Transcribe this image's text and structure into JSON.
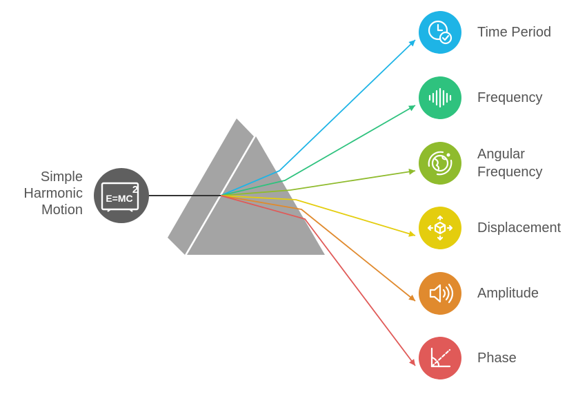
{
  "source": {
    "label_lines": [
      "Simple",
      "Harmonic",
      "Motion"
    ],
    "icon": "formula-board-icon",
    "icon_text": "E=MC",
    "icon_superscript": "2",
    "color": "#5f5f5f"
  },
  "prism": {
    "color": "#a4a4a4"
  },
  "outputs": [
    {
      "label": "Time Period",
      "icon": "clock-icon",
      "color": "#1eb4e6"
    },
    {
      "label": "Frequency",
      "icon": "sound-wave-icon",
      "color": "#2ec27e"
    },
    {
      "label": "Angular\nFrequency",
      "icon": "globe-orbit-icon",
      "color": "#8fbb2d"
    },
    {
      "label": "Displacement",
      "icon": "move-cube-icon",
      "color": "#e4cd0e"
    },
    {
      "label": "Amplitude",
      "icon": "speaker-icon",
      "color": "#e08a2e"
    },
    {
      "label": "Phase",
      "icon": "angle-icon",
      "color": "#e05a58"
    }
  ]
}
